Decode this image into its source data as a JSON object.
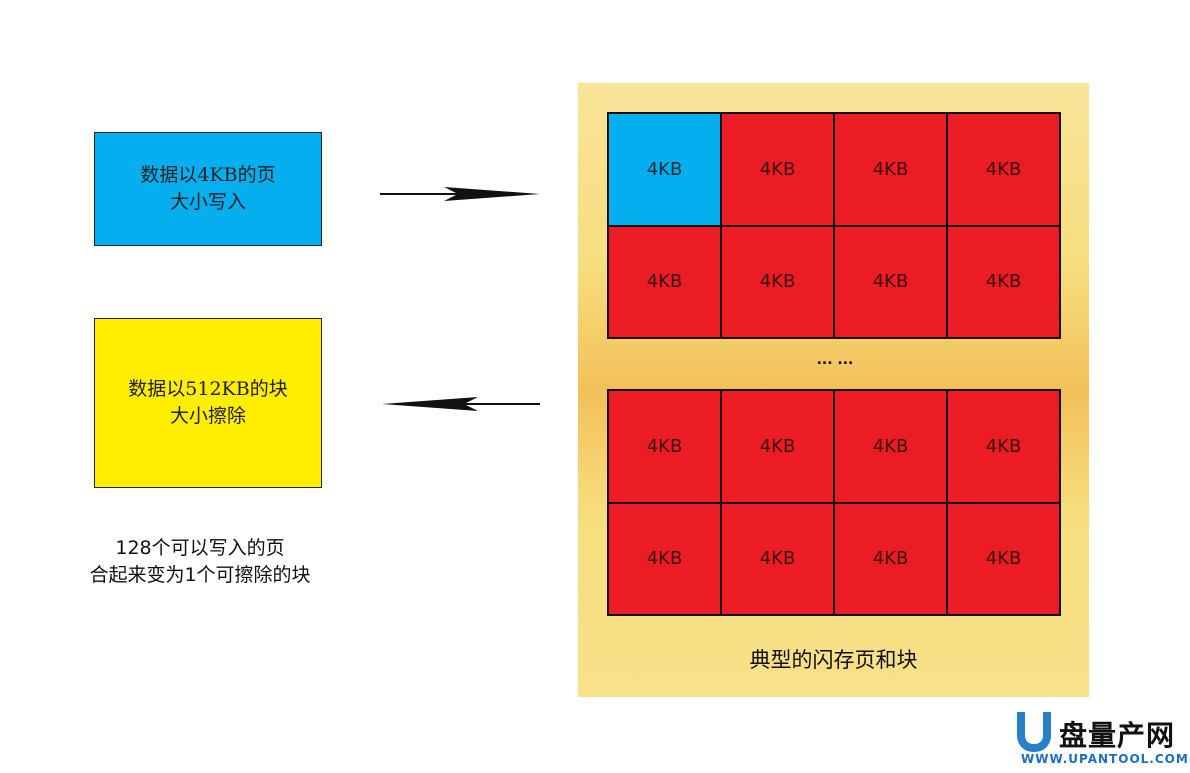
{
  "left": {
    "write_box": {
      "text": "数据以4KB的页\n大小写入",
      "color": "#05aeef"
    },
    "erase_box": {
      "text": "数据以512KB的块\n大小擦除",
      "color": "#ffee00"
    },
    "note_line1": "128个可以写入的页",
    "note_line2": "合起来变为1个可擦除的块"
  },
  "panel": {
    "top_grid": [
      "4KB",
      "4KB",
      "4KB",
      "4KB",
      "4KB",
      "4KB",
      "4KB",
      "4KB"
    ],
    "ellipsis": "... ...",
    "bottom_grid": [
      "4KB",
      "4KB",
      "4KB",
      "4KB",
      "4KB",
      "4KB",
      "4KB",
      "4KB"
    ],
    "caption": "典型的闪存页和块",
    "page_color": "#ec1c24",
    "written_page_color": "#05aeef"
  },
  "watermark": {
    "name": "盘量产网",
    "url": "WWW.UPANTOOL.COM"
  }
}
